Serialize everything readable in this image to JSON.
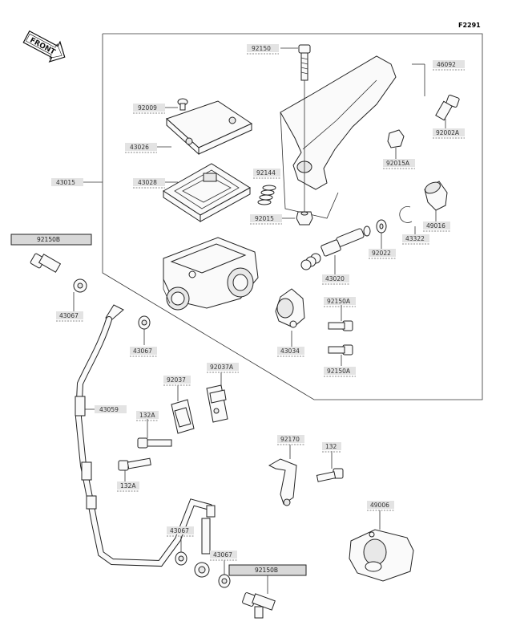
{
  "figure_code": "F2291",
  "front_label": "FRONT",
  "parts": {
    "p92150": "92150",
    "p46092": "46092",
    "p92009": "92009",
    "p92002A": "92002A",
    "p43026": "43026",
    "p92015A": "92015A",
    "p43015": "43015",
    "p43028": "43028",
    "p92144": "92144",
    "p92015": "92015",
    "p49016": "49016",
    "p43322": "43322",
    "p92150B_top": "92150B",
    "p92022": "92022",
    "p43020": "43020",
    "p43067_a": "43067",
    "p92150A_top": "92150A",
    "p43067_b": "43067",
    "p43034": "43034",
    "p92150A_bot": "92150A",
    "p92037": "92037",
    "p92037A": "92037A",
    "p43059": "43059",
    "p132A_top": "132A",
    "p132A_bot": "132A",
    "p92170": "92170",
    "p132": "132",
    "p49006": "49006",
    "p43067_c": "43067",
    "p43067_d": "43067",
    "p92150B_bot": "92150B"
  }
}
